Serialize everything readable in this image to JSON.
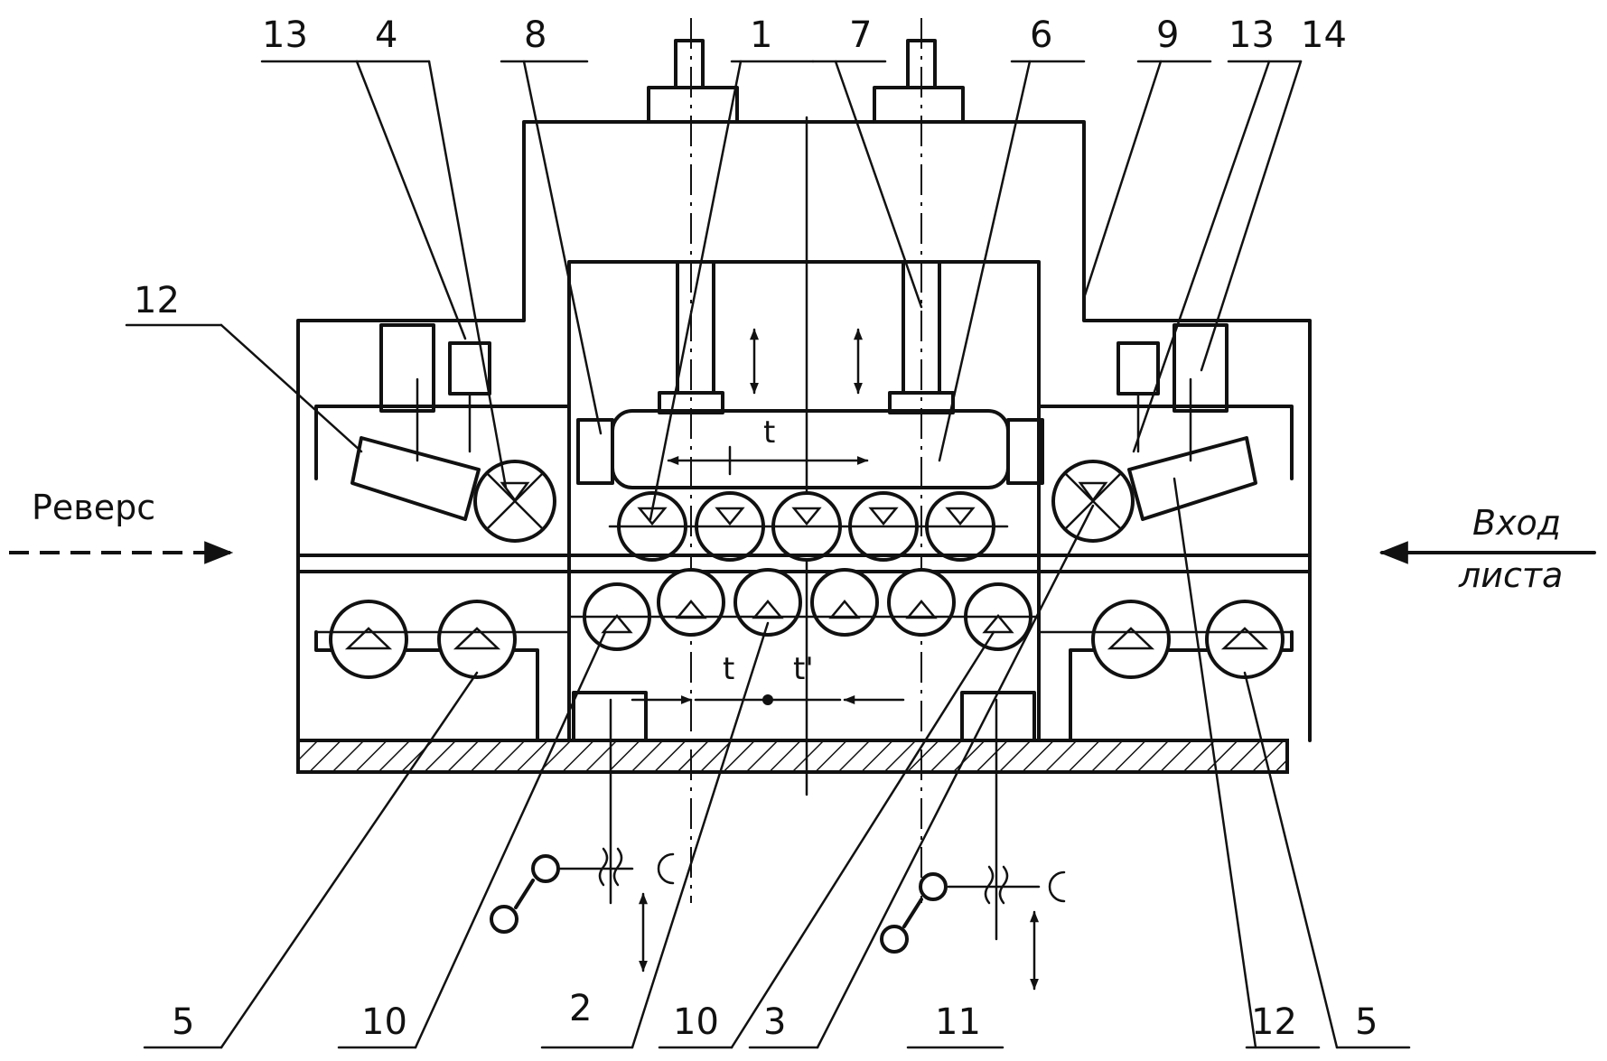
{
  "side_labels": {
    "left": "Реверс",
    "right_line1": "Вход",
    "right_line2": "листа"
  },
  "pitch_labels": {
    "upper": "t",
    "lower_left": "t",
    "lower_right": "t'"
  },
  "callouts_top": [
    "13",
    "4",
    "8",
    "1",
    "7",
    "6",
    "9",
    "13",
    "14",
    "12"
  ],
  "callouts_bottom": [
    "5",
    "10",
    "2",
    "10",
    "3",
    "11",
    "12",
    "5"
  ]
}
